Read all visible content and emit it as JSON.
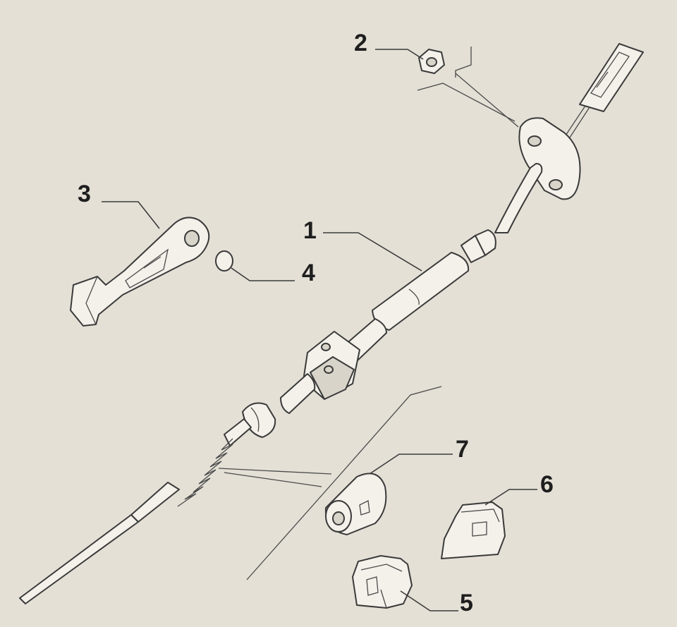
{
  "callouts": [
    {
      "id": "part-1",
      "label": "1"
    },
    {
      "id": "part-2",
      "label": "2"
    },
    {
      "id": "part-3",
      "label": "3"
    },
    {
      "id": "part-4",
      "label": "4"
    },
    {
      "id": "part-5",
      "label": "5"
    },
    {
      "id": "part-6",
      "label": "6"
    },
    {
      "id": "part-7",
      "label": "7"
    }
  ],
  "colors": {
    "background": "#e4e0d6",
    "line": "#3a3a3a",
    "fill": "#f3f1ea"
  }
}
